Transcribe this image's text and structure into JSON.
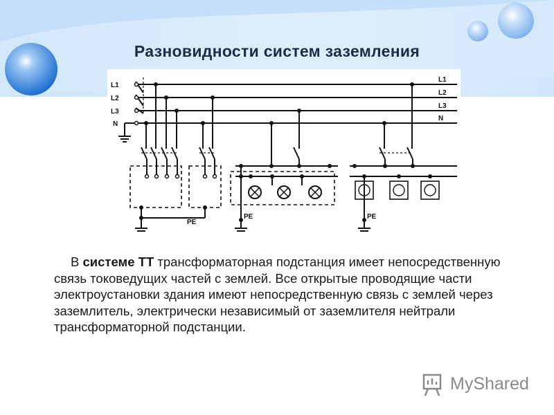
{
  "slide": {
    "title": "Разновидности систем заземления",
    "body_lead": "В ",
    "body_bold": "системе ТТ",
    "body_rest": " трансформаторная подстанция имеет непосредственную связь токоведущих частей с землей. Все открытые проводящие части электроустановки здания имеют непосредственную связь с землей через заземлитель, электрически независимый от заземлителя нейтрали трансформаторной подстанции."
  },
  "diagram": {
    "left_labels": [
      "L1",
      "L2",
      "L3",
      "N"
    ],
    "right_labels": [
      "L1",
      "L2",
      "L3",
      "N"
    ],
    "pe_labels": [
      "PE",
      "PE",
      "PE"
    ]
  },
  "logo": {
    "text": "MyShared",
    "icon": "presentation-board-icon"
  },
  "colors": {
    "title": "#1e2a4a",
    "bubble": "#2f7fd8",
    "wire": "#111111"
  }
}
